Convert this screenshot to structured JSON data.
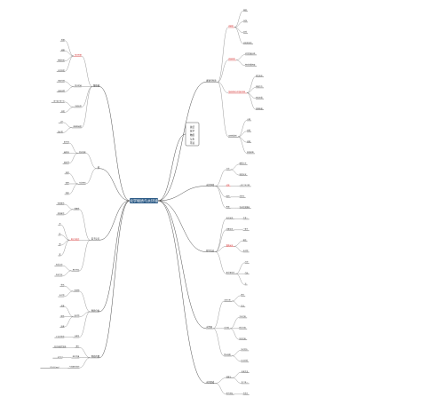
{
  "central": {
    "text": "化学物质与水环境"
  },
  "hub": {
    "lines": [
      "总结",
      "化学",
      "物质",
      "与水",
      "环境"
    ]
  },
  "right_branches": [
    {
      "title": "溶液的性质",
      "nodes": [
        {
          "label": "溶解度",
          "hl": true,
          "leaves": [
            "温度",
            "压强",
            "溶质",
            "溶剂的性质"
          ]
        },
        {
          "label": "溶液组成",
          "hl": true,
          "leaves": [
            "溶质质量分数",
            "物质的量浓度"
          ]
        },
        {
          "label": "饱和溶液与不饱和溶液",
          "hl": true,
          "leaves": [
            "相互转化",
            "结晶方法",
            "蒸发结晶",
            "降温结晶"
          ]
        },
        {
          "label": "溶液的配制",
          "hl": false,
          "leaves": [
            "计算",
            "称量",
            "溶解",
            "装瓶贴签"
          ]
        }
      ]
    },
    {
      "title": "水的净化",
      "nodes": [
        {
          "label": "沉淀",
          "hl": false,
          "leaves": [
            "静置沉淀",
            "吸附沉淀"
          ]
        },
        {
          "label": "过滤",
          "hl": true,
          "leaves": [
            "一贴二低三靠"
          ]
        },
        {
          "label": "吸附",
          "hl": false,
          "leaves": [
            "活性炭"
          ]
        },
        {
          "label": "蒸馏",
          "hl": false,
          "leaves": [
            "净化程度最高"
          ]
        }
      ]
    },
    {
      "title": "化学反应",
      "nodes": [
        {
          "label": "化合反应",
          "hl": false,
          "leaves": [
            "多变一"
          ]
        },
        {
          "label": "分解反应",
          "hl": false,
          "leaves": [
            "一变多"
          ]
        },
        {
          "label": "置换反应",
          "hl": true,
          "leaves": [
            "单质",
            "化合物"
          ]
        },
        {
          "label": "复分解反应",
          "hl": false,
          "leaves": [
            "沉淀",
            "气体",
            "水"
          ]
        }
      ]
    },
    {
      "title": "水资源",
      "nodes": [
        {
          "label": "水的分布",
          "hl": false,
          "leaves": [
            "海水",
            "淡水"
          ]
        },
        {
          "label": "水污染",
          "hl": false,
          "leaves": [
            "工业污染",
            "农业污染",
            "生活污染"
          ]
        },
        {
          "label": "防治措施",
          "hl": false,
          "leaves": [
            "节约用水",
            "污水处理"
          ]
        }
      ]
    },
    {
      "title": "水的组成",
      "nodes": [
        {
          "label": "电解水",
          "hl": false,
          "leaves": [
            "正氧负氢",
            "氢二氧一"
          ]
        },
        {
          "label": "氢气燃烧",
          "hl": false,
          "leaves": [
            "生成水"
          ]
        }
      ]
    }
  ],
  "left_branches": [
    {
      "title": "酸和碱",
      "nodes": [
        {
          "label": "常见的酸",
          "hl": true,
          "leaves": [
            "盐酸",
            "硫酸",
            "物理性质",
            "化学性质"
          ]
        },
        {
          "label": "常见的碱",
          "hl": false,
          "leaves": [
            "氢氧化钠",
            "氢氧化钙"
          ]
        },
        {
          "label": "中和反应",
          "hl": false,
          "leaves": [
            "酸+碱→盐+水",
            "应用"
          ]
        },
        {
          "label": "溶液酸碱度",
          "hl": false,
          "leaves": [
            "pH",
            "指示剂"
          ]
        }
      ]
    },
    {
      "title": "盐",
      "nodes": [
        {
          "label": "常见的盐",
          "hl": false,
          "leaves": [
            "氯化钠",
            "碳酸钠",
            "碳酸钙"
          ]
        },
        {
          "label": "化学肥料",
          "hl": false,
          "leaves": [
            "氮肥",
            "磷肥",
            "钾肥"
          ]
        }
      ]
    },
    {
      "title": "离子反应",
      "nodes": [
        {
          "label": "电解质",
          "hl": false,
          "leaves": [
            "强电解质",
            "弱电解质"
          ]
        },
        {
          "label": "离子方程式",
          "hl": true,
          "leaves": [
            "写",
            "拆",
            "删",
            "查"
          ]
        },
        {
          "label": "离子共存",
          "hl": false,
          "leaves": [
            "生成沉淀",
            "生成气体"
          ]
        }
      ]
    },
    {
      "title": "物质分类",
      "nodes": [
        {
          "label": "纯净物",
          "hl": false,
          "leaves": [
            "单质",
            "化合物"
          ]
        },
        {
          "label": "混合物",
          "hl": false,
          "leaves": [
            "溶液",
            "胶体",
            "浊液"
          ]
        },
        {
          "label": "分散系",
          "hl": false,
          "leaves": [
            "丁达尔效应"
          ]
        }
      ]
    },
    {
      "title": "物质的量",
      "nodes": [
        {
          "label": "摩尔",
          "hl": false,
          "leaves": [
            "阿伏加德罗常数"
          ]
        },
        {
          "label": "摩尔质量",
          "hl": false,
          "leaves": [
            "g/mol"
          ]
        },
        {
          "label": "气体摩尔体积",
          "hl": false,
          "leaves": [
            "22.4 L/mol"
          ]
        }
      ]
    }
  ]
}
